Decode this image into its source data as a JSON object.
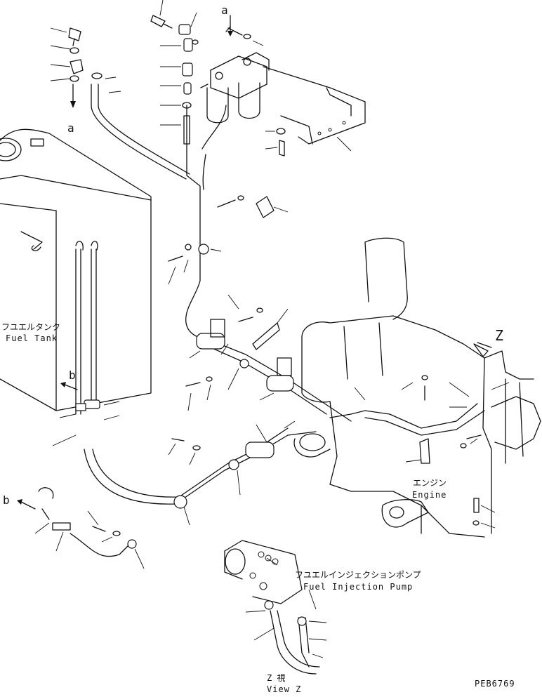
{
  "labels": {
    "arrow_a_top": "a",
    "arrow_a_left": "a",
    "arrow_b_tank": "b",
    "arrow_b_left": "b",
    "view_marker": "Z",
    "fuel_tank_jp": "フユエルタンク",
    "fuel_tank_en": "Fuel Tank",
    "engine_jp": "エンジン",
    "engine_en": "Engine",
    "pump_jp": "フユエルインジェクションポンプ",
    "pump_en": "Fuel Injection Pump",
    "view_z_jp": "Z  視",
    "view_z_en": "View Z",
    "drawing_number": "PEB6769"
  }
}
